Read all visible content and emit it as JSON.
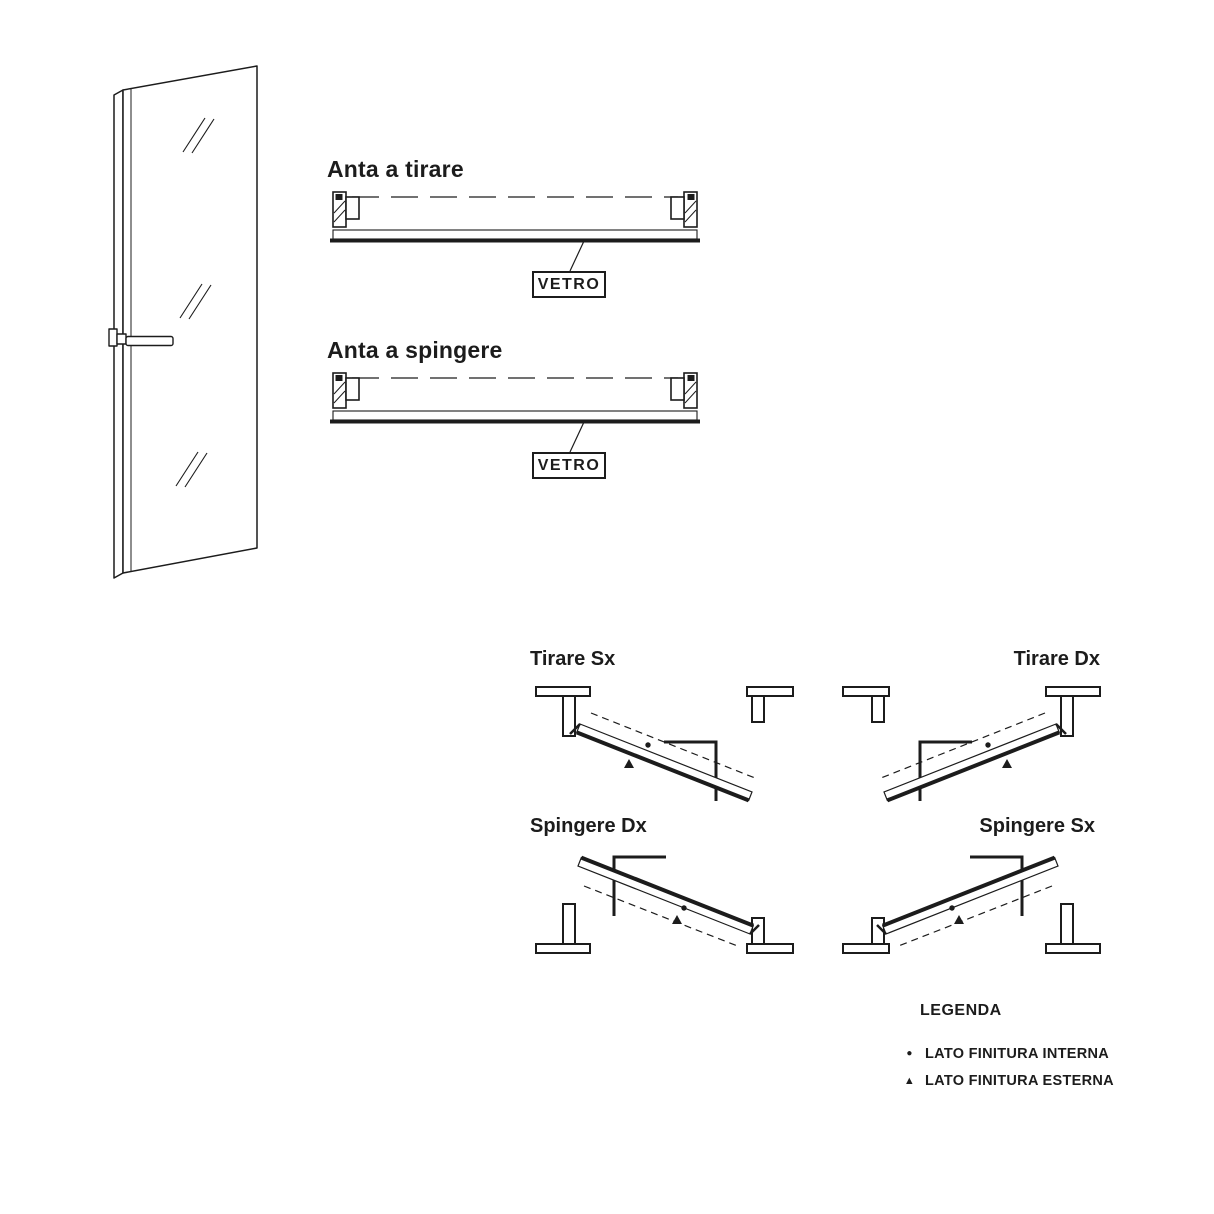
{
  "sections": {
    "pull": {
      "title": "Anta a tirare",
      "glass_label": "VETRO"
    },
    "push": {
      "title": "Anta a spingere",
      "glass_label": "VETRO"
    }
  },
  "swing_diagrams": {
    "tirare_sx": {
      "label": "Tirare Sx"
    },
    "tirare_dx": {
      "label": "Tirare Dx"
    },
    "spingere_dx": {
      "label": "Spingere Dx"
    },
    "spingere_sx": {
      "label": "Spingere Sx"
    }
  },
  "legend": {
    "title": "LEGENDA",
    "items": [
      {
        "symbol": "●",
        "label": "LATO FINITURA INTERNA"
      },
      {
        "symbol": "▲",
        "label": "LATO FINITURA ESTERNA"
      }
    ]
  },
  "colors": {
    "line": "#1c1c1c",
    "background": "#ffffff"
  }
}
